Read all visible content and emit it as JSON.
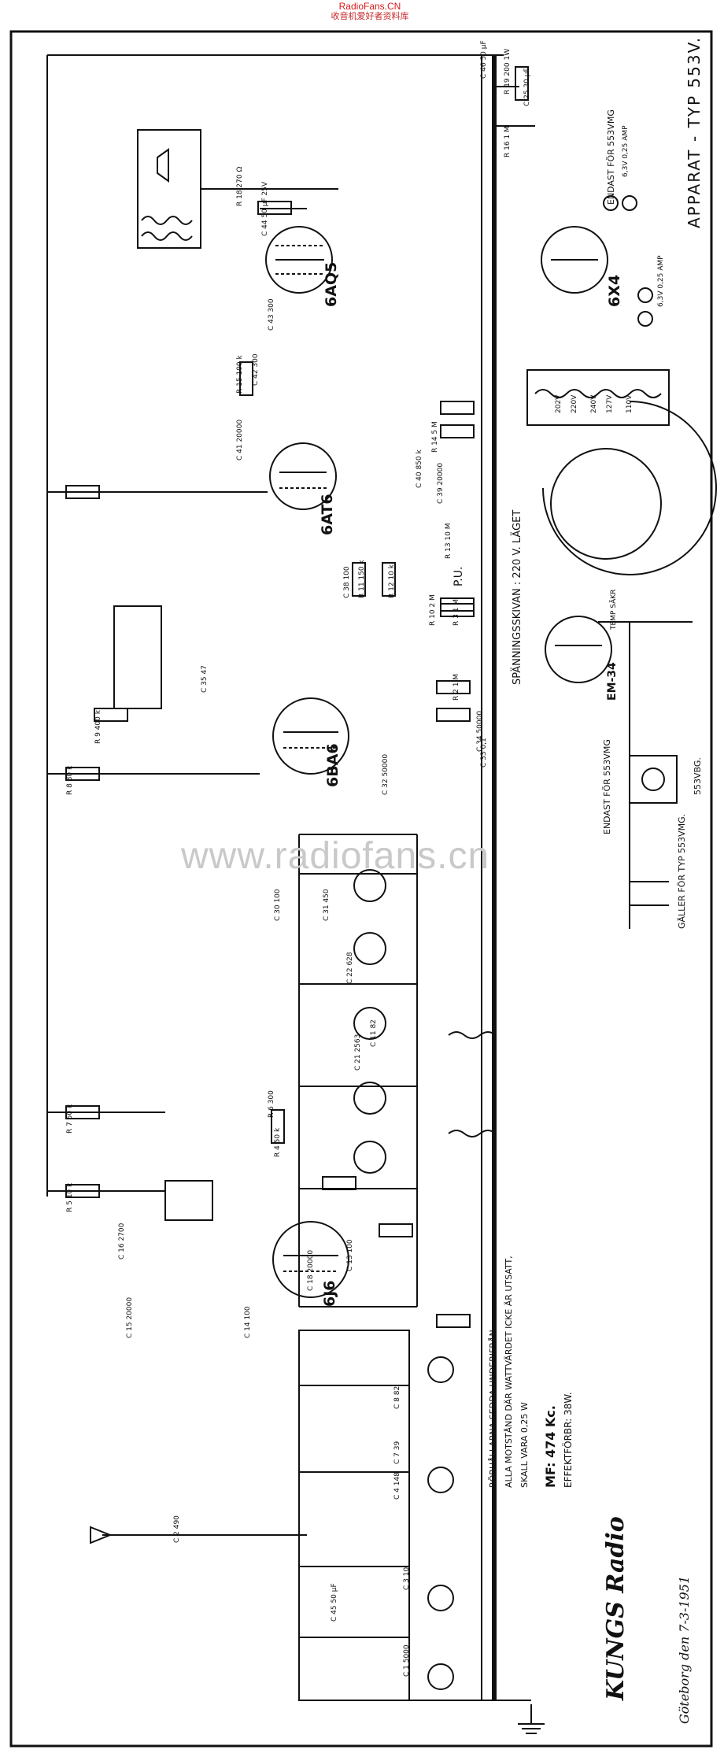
{
  "header": {
    "brand": "RadioFans.CN",
    "tagline": "收音机爱好者资料库"
  },
  "watermark": "www.radiofans.cn",
  "title": "APPARAT - TYP 553V.",
  "brand": "KUNGS Radio",
  "date": "Göteborg den 7-3-1951",
  "notes": [
    "RÖRHÅLLARNA SEDDA UNDERIFRÅN.",
    "ALLA MOTSTÅND DÄR WATTVÄRDET ICKE ÄR UTSATT,",
    "SKALL VARA 0,25 W",
    "MF: 474 Kc.",
    "EFFEKTFÖRBR: 38W."
  ],
  "tubes": [
    "6AQ5",
    "6AT6",
    "6BA6",
    "6J6",
    "6X4",
    "EM-34"
  ],
  "side_labels": {
    "spanning": "SPÄNNINGSSKIVAN : 220 V. LÄGET",
    "endast_vmg_6x4": "ENDAST FÖR 553VMG",
    "lamp_rating_1": "6,3V 0,25 AMP",
    "lamp_rating_2": "6,3V 0,25 AMP",
    "endast_vmg_em": "ENDAST FÖR 553VMG",
    "galler": "GÄLLER FÖR TYP 553VMG.",
    "galler2": "553VBG.",
    "pu": "P.U.",
    "temp": "TEMP SÄKR",
    "v202": "202V",
    "v220": "220V",
    "v240": "240V",
    "v110": "110V",
    "v127": "127V"
  },
  "components": [
    "R 18 270 Ω",
    "C 44 50 μF 25V",
    "C 43 300",
    "C 42 300",
    "R 15 100 k",
    "C 41 20000",
    "R 14 5 M",
    "C 40 850 k",
    "C 39 20000",
    "R 13 10 M",
    "R 12 10 k",
    "R 11 150 k",
    "C 38 100",
    "R 10 2 M",
    "C 35 47",
    "R 9 400 k",
    "R 8 30 k",
    "C 34 50000",
    "C 33 0,1",
    "C 32 50000",
    "R 7 50 k",
    "R 5 10 k",
    "C 16 2700",
    "C 15 20000",
    "C 14 100",
    "C 13 100",
    "C 18 20000",
    "R 4 50 k",
    "R 6 300",
    "C 30 100",
    "C 31 450",
    "C 22 628",
    "C 21 2563",
    "C 11 82",
    "C 8 82",
    "C 7 39",
    "C 4 148",
    "C 3 10",
    "C 1 5000",
    "C 2 490",
    "C 45 50 μF",
    "C 46 50 μF",
    "R 19 200 1W",
    "C 25 30 μF",
    "R 16 1 M",
    "R 3 1 M",
    "R 2 1 M"
  ]
}
